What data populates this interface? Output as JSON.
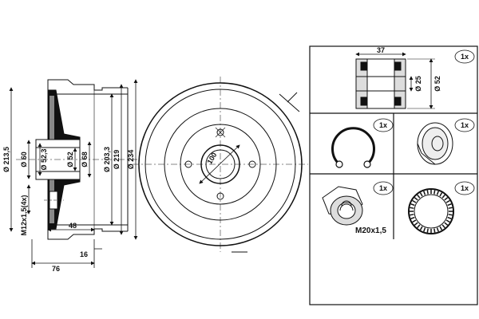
{
  "colors": {
    "line": "#111111",
    "fill_dark": "#111111",
    "fill_light": "#cccccc",
    "background": "#ffffff"
  },
  "section_view": {
    "diameters": [
      "Ø 213,5",
      "Ø 60",
      "Ø 52,3",
      "Ø 52",
      "Ø 68",
      "Ø 203,3",
      "Ø 219",
      "Ø 234"
    ],
    "thread": "M12x1,5(4x)",
    "width_48": "48",
    "width_76": "76",
    "width_16": "16"
  },
  "front_view": {
    "pcd": "100"
  },
  "parts": {
    "bearing": {
      "qty": "1x",
      "width": "37",
      "inner_d": "Ø 25",
      "outer_d": "Ø 52"
    },
    "circlip": {
      "qty": "1x"
    },
    "cap": {
      "qty": "1x"
    },
    "nut": {
      "qty": "1x",
      "label": "M20x1,5"
    },
    "abs_ring": {
      "qty": "1x"
    }
  },
  "icons": [
    "brake-drum-section",
    "brake-drum-front",
    "wheel-bearing",
    "circlip",
    "grease-cap",
    "axle-nut",
    "abs-ring"
  ]
}
